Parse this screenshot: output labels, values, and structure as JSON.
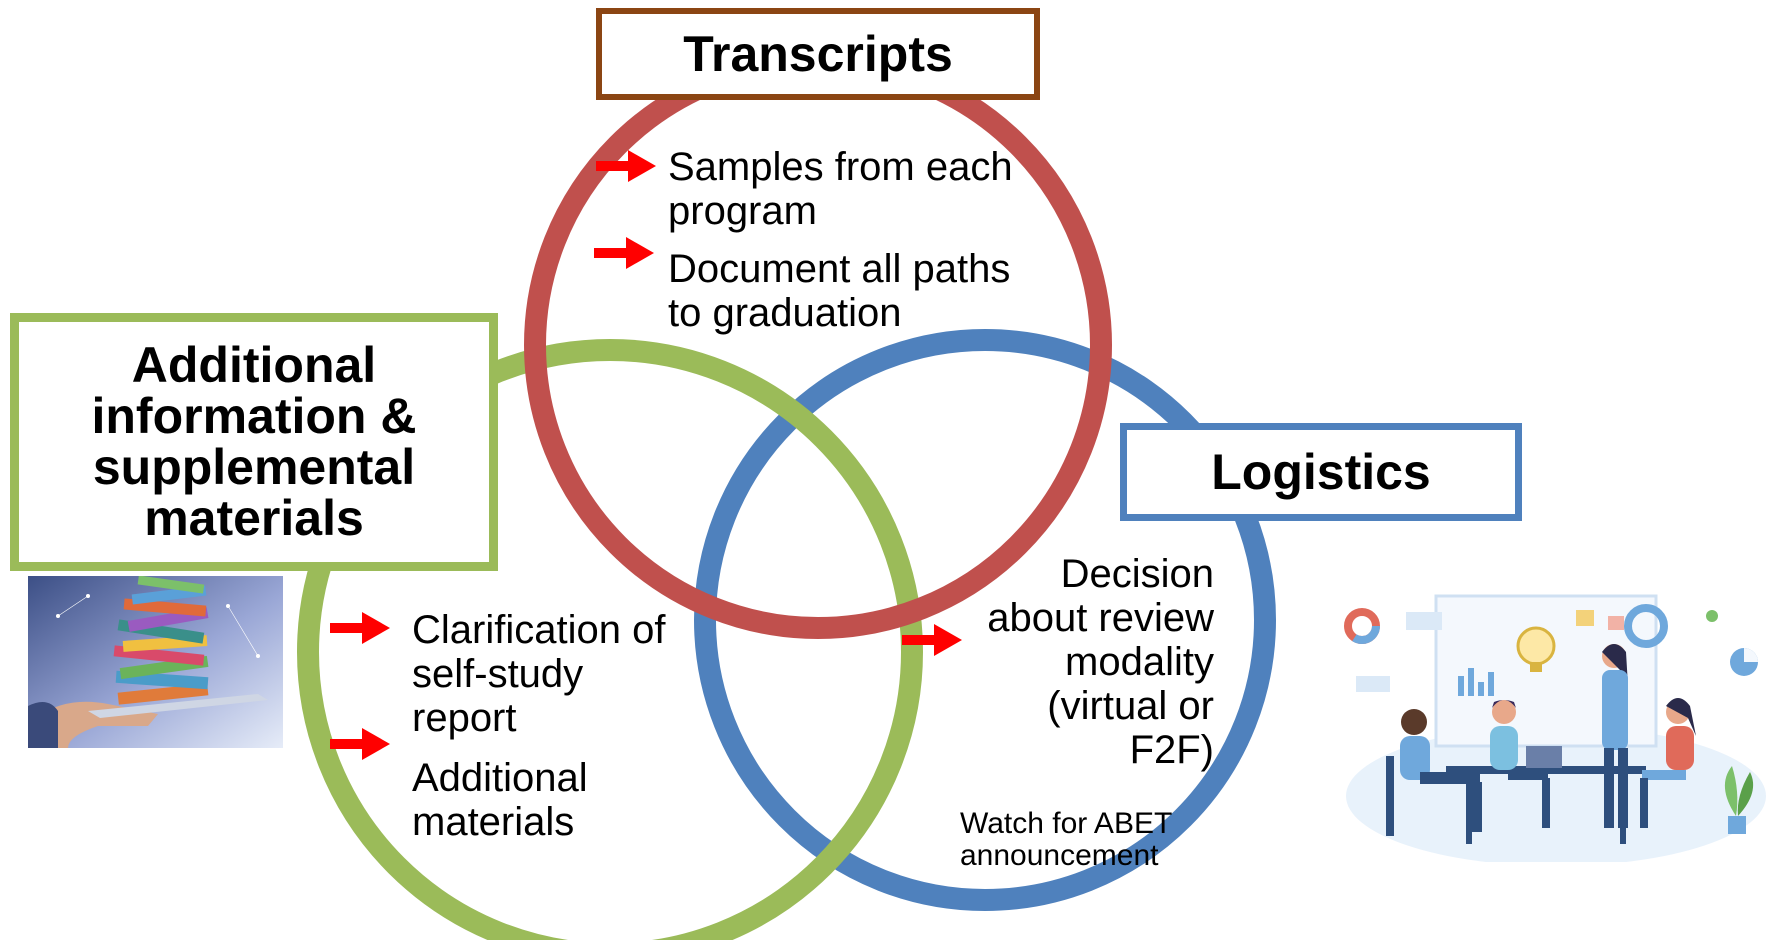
{
  "transcripts": {
    "title": "Transcripts",
    "items": [
      [
        "Samples from each",
        "program"
      ],
      [
        "Document all paths",
        "to graduation"
      ]
    ]
  },
  "additional": {
    "title_lines": [
      "Additional",
      "information &",
      "supplemental",
      "materials"
    ],
    "items": [
      [
        "Clarification of",
        "self-study",
        "report"
      ],
      [
        "Additional",
        "materials"
      ]
    ]
  },
  "logistics": {
    "title": "Logistics",
    "item": [
      "Decision",
      "about review",
      "modality",
      "(virtual or",
      "F2F)"
    ],
    "note": [
      "Watch for ABET",
      "announcement"
    ]
  },
  "colors": {
    "transcripts_circle": "#c0504d",
    "transcripts_box": "#8b4513",
    "additional_circle": "#9bbb59",
    "logistics_circle": "#4f81bd",
    "arrow": "#ff0000"
  },
  "images": {
    "left": "books-stack-on-tablet-photo",
    "right": "team-meeting-illustration"
  }
}
